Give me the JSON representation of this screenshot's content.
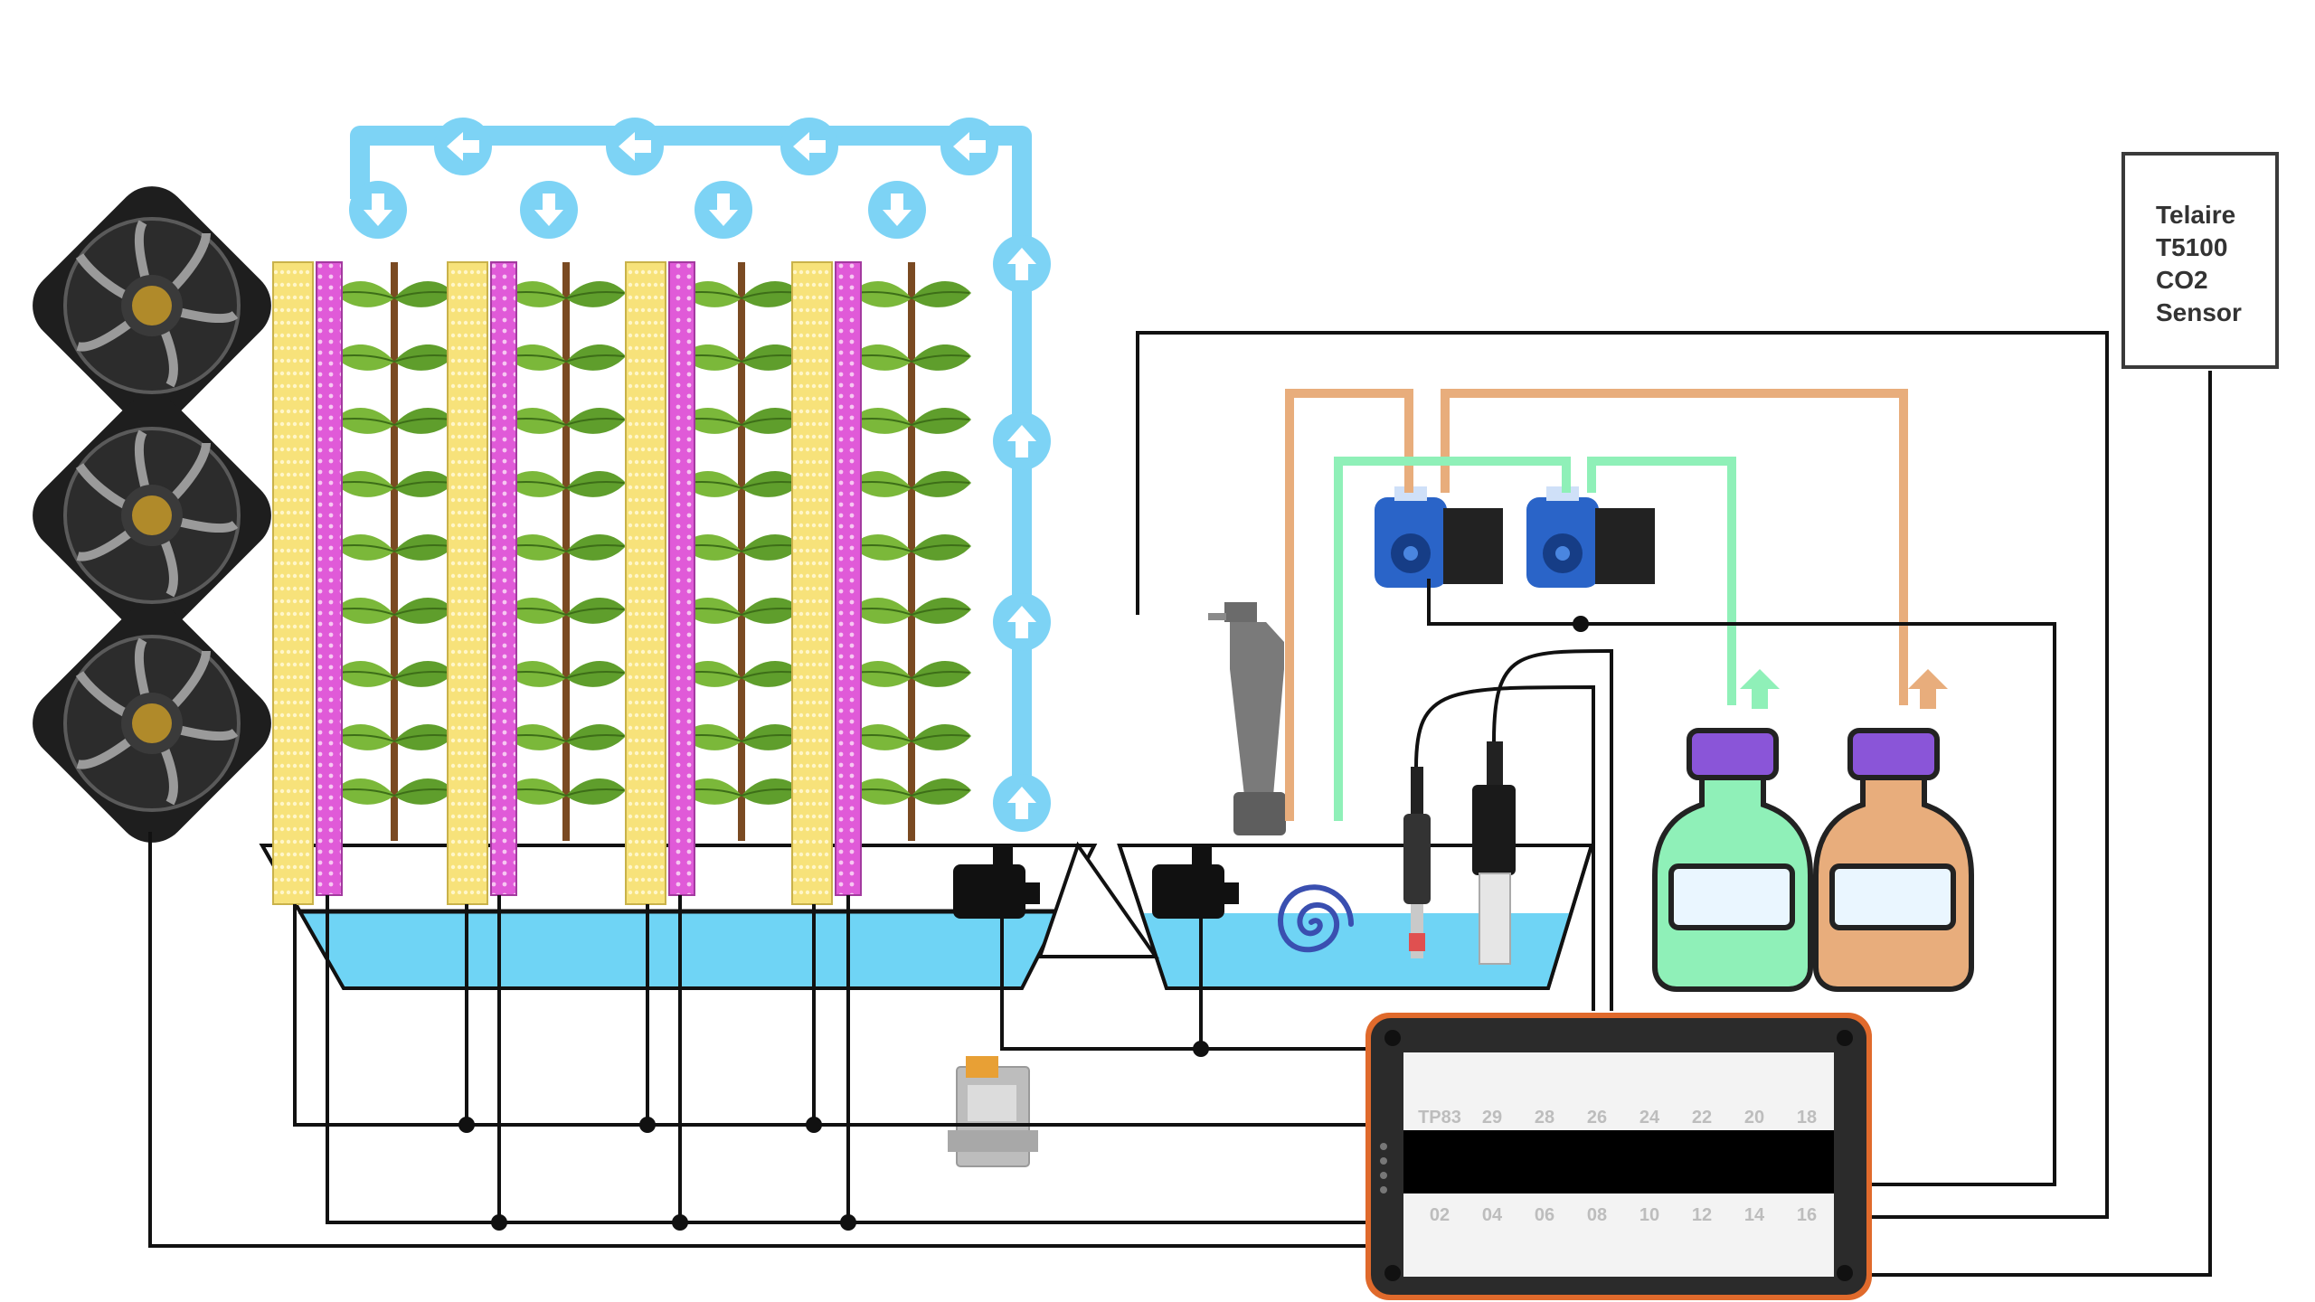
{
  "co2_sensor": {
    "label": "Telaire\nT5100\nCO2\nSensor"
  },
  "controller": {
    "top_terminals": [
      "TP83",
      "29",
      "28",
      "26",
      "24",
      "22",
      "20",
      "18"
    ],
    "bottom_terminals": [
      "",
      "02",
      "04",
      "06",
      "08",
      "10",
      "12",
      "14",
      "16"
    ]
  },
  "components": {
    "fans": [
      "fan-icon",
      "fan-icon",
      "fan-icon"
    ],
    "grow_lights": [
      "yellow-led-bar",
      "magenta-led-bar"
    ],
    "plant_towers": 4,
    "water_pumps": 2,
    "peristaltic_pumps": 2,
    "nutrient_bottles": [
      "green-nutrient-bottle",
      "orange-nutrient-bottle"
    ],
    "probes": [
      "ph-probe",
      "ec-probe"
    ],
    "level_sensor": "float-level-sensor",
    "heater": "spiral-heater-icon",
    "relay": "relay-module-icon"
  },
  "colors": {
    "water": "#6fd4f5",
    "flow_pipe": "#7dd3f5",
    "yellow_led": "#f7e27a",
    "magenta_led": "#e05ad8",
    "nutrient_green": "#8ff0b8",
    "nutrient_orange": "#e8ad7c",
    "bottle_cap": "#8a55d8",
    "wire": "#111111",
    "controller_frame": "#e06a2c",
    "pump_blue": "#2a64c8"
  }
}
